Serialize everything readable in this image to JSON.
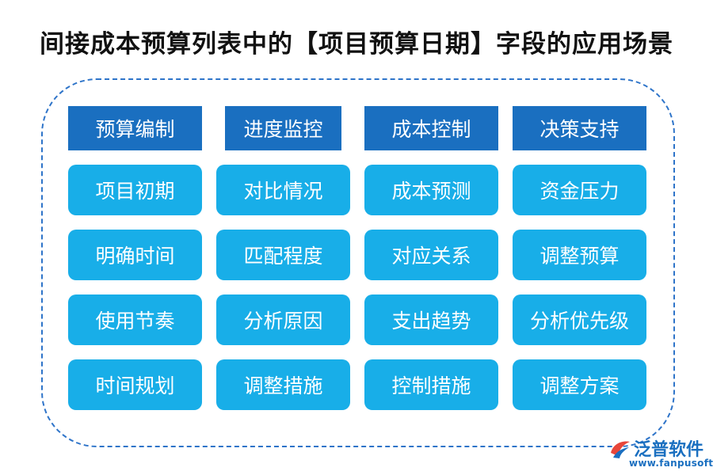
{
  "title": "间接成本预算列表中的【项目预算日期】字段的应用场景",
  "columns": [
    {
      "header": "预算编制",
      "items": [
        "项目初期",
        "明确时间",
        "使用节奏",
        "时间规划"
      ]
    },
    {
      "header": "进度监控",
      "items": [
        "对比情况",
        "匹配程度",
        "分析原因",
        "调整措施"
      ]
    },
    {
      "header": "成本控制",
      "items": [
        "成本预测",
        "对应关系",
        "支出趋势",
        "控制措施"
      ]
    },
    {
      "header": "决策支持",
      "items": [
        "资金压力",
        "调整预算",
        "分析优先级",
        "调整方案"
      ]
    }
  ],
  "logo": {
    "name": "泛普软件",
    "url": "www.fanpusoft.com"
  },
  "colors": {
    "header": "#1a6fc0",
    "cell": "#18aee8",
    "frame": "#2e74c9"
  }
}
